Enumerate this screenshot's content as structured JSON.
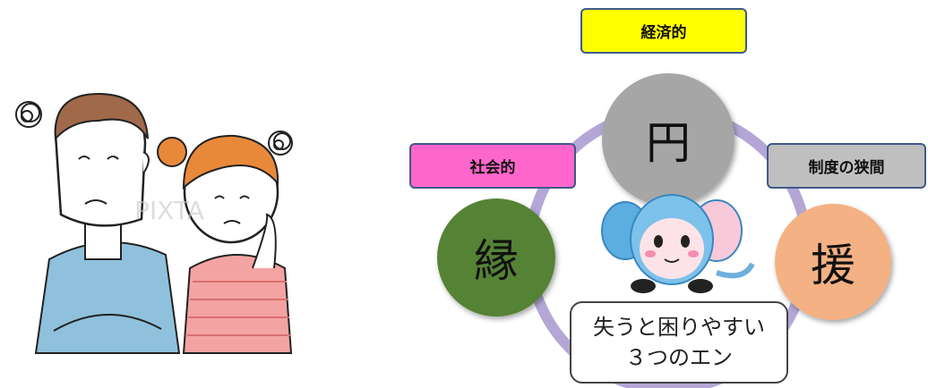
{
  "diagram": {
    "label_economic": "経済的",
    "label_social": "社会的",
    "label_system": "制度の狭間",
    "circle_en_money": "円",
    "circle_en_bond": "縁",
    "circle_en_support": "援",
    "callout_line1": "失うと困りやすい",
    "callout_line2": "３つのエン",
    "colors": {
      "label_economic_bg": "#ffff00",
      "label_social_bg": "#ff66cc",
      "label_system_bg": "#bfbfbf",
      "circle_money": "#a6a6a6",
      "circle_bond": "#548235",
      "circle_support": "#f4b183",
      "ring": "#b4a7d6"
    }
  },
  "illustration": {
    "watermark": "PIXTA"
  }
}
